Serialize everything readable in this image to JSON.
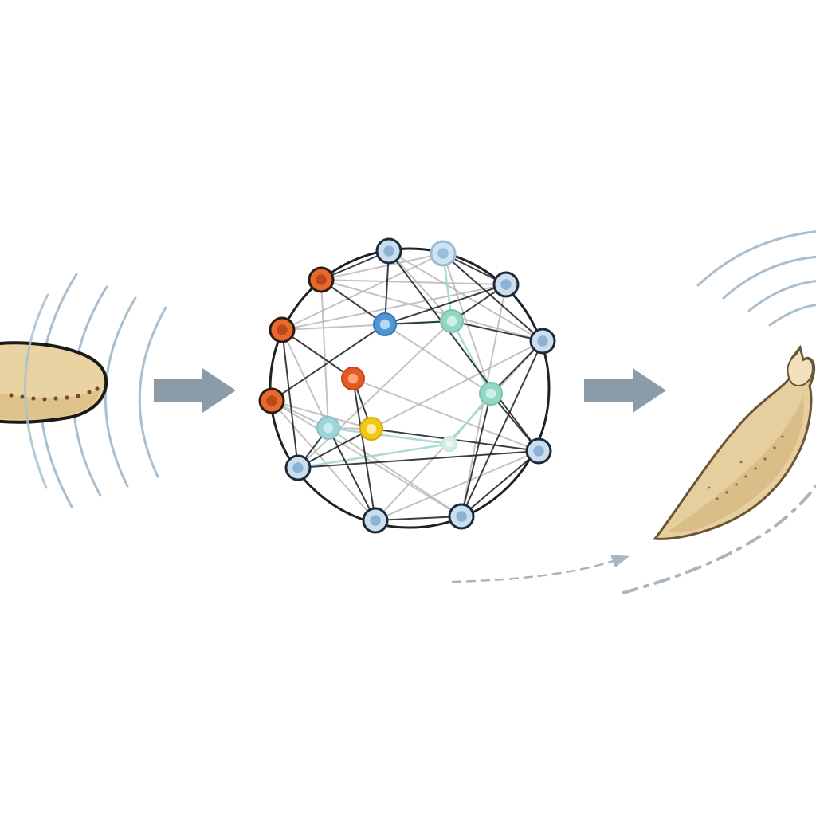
{
  "colors": {
    "background": "#ffffff",
    "arrow": "#8b9ba7",
    "ring": "#1e2228",
    "wave": "#a9bfcf",
    "body_fill": "#e9d3a3",
    "body_stroke": "#6b5634",
    "edge_gray": "#b9b9b9",
    "edge_dark": "#25292e",
    "edge_teal": "#a8d9d3"
  },
  "stages": [
    {
      "name": "elongated-organism",
      "icon": "elongated-body-icon"
    },
    {
      "name": "node-network",
      "icon": "network-icon"
    },
    {
      "name": "turning-organism",
      "icon": "planarian-icon"
    }
  ],
  "network": {
    "nodes": [
      {
        "id": "n1",
        "group": "light-blue"
      },
      {
        "id": "n2",
        "group": "pale-blue"
      },
      {
        "id": "n3",
        "group": "light-blue"
      },
      {
        "id": "n4",
        "group": "light-blue"
      },
      {
        "id": "n5",
        "group": "light-blue"
      },
      {
        "id": "n6",
        "group": "light-blue"
      },
      {
        "id": "n7",
        "group": "light-blue"
      },
      {
        "id": "n8",
        "group": "light-blue"
      },
      {
        "id": "n9",
        "group": "orange"
      },
      {
        "id": "n10",
        "group": "orange"
      },
      {
        "id": "n11",
        "group": "orange"
      },
      {
        "id": "n12",
        "group": "blue"
      },
      {
        "id": "n13",
        "group": "teal"
      },
      {
        "id": "n14",
        "group": "teal"
      },
      {
        "id": "n15",
        "group": "red-orange"
      },
      {
        "id": "n16",
        "group": "cyan"
      },
      {
        "id": "n17",
        "group": "yellow"
      },
      {
        "id": "n18",
        "group": "faint-teal"
      }
    ],
    "group_colors": {
      "light-blue": {
        "fill": "#c9dff0",
        "core": "#86add0",
        "stroke": "#1f2a36"
      },
      "pale-blue": {
        "fill": "#cfe3f2",
        "core": "#8fbad8",
        "stroke": "#9bbbd4"
      },
      "orange": {
        "fill": "#e9692c",
        "core": "#b3461a",
        "stroke": "#2a1d14"
      },
      "blue": {
        "fill": "#4f97d4",
        "core": "#bfe0f6",
        "stroke": "#3a78b6"
      },
      "teal": {
        "fill": "#92d8c4",
        "core": "#d6f3ea",
        "stroke": "#78c4ae"
      },
      "red-orange": {
        "fill": "#e55a24",
        "core": "#f6b07c",
        "stroke": "#c24716"
      },
      "cyan": {
        "fill": "#9ed5d9",
        "core": "#d2eef0",
        "stroke": "#86c1c6"
      },
      "yellow": {
        "fill": "#f5c518",
        "core": "#fff1b0",
        "stroke": "#d9a80a"
      },
      "faint-teal": {
        "fill": "#d6efe8",
        "core": "#eef9f5",
        "stroke": "#c4e6dc"
      }
    },
    "edges_dark": [
      [
        "n1",
        "n12"
      ],
      [
        "n1",
        "n5"
      ],
      [
        "n2",
        "n3"
      ],
      [
        "n3",
        "n13"
      ],
      [
        "n4",
        "n14"
      ],
      [
        "n5",
        "n8"
      ],
      [
        "n6",
        "n14"
      ],
      [
        "n7",
        "n16"
      ],
      [
        "n7",
        "n6"
      ],
      [
        "n8",
        "n17"
      ],
      [
        "n9",
        "n12"
      ],
      [
        "n10",
        "n15"
      ],
      [
        "n10",
        "n8"
      ],
      [
        "n11",
        "n12"
      ],
      [
        "n12",
        "n3"
      ],
      [
        "n13",
        "n4"
      ],
      [
        "n15",
        "n17"
      ],
      [
        "n15",
        "n7"
      ],
      [
        "n16",
        "n8"
      ],
      [
        "n17",
        "n5"
      ],
      [
        "n6",
        "n5"
      ],
      [
        "n4",
        "n6"
      ],
      [
        "n1",
        "n9"
      ],
      [
        "n2",
        "n4"
      ],
      [
        "n14",
        "n5"
      ],
      [
        "n12",
        "n13"
      ]
    ],
    "edges_gray": [
      [
        "n9",
        "n2"
      ],
      [
        "n9",
        "n3"
      ],
      [
        "n9",
        "n4"
      ],
      [
        "n10",
        "n2"
      ],
      [
        "n10",
        "n13"
      ],
      [
        "n10",
        "n16"
      ],
      [
        "n11",
        "n16"
      ],
      [
        "n11",
        "n6"
      ],
      [
        "n11",
        "n17"
      ],
      [
        "n1",
        "n4"
      ],
      [
        "n1",
        "n13"
      ],
      [
        "n2",
        "n14"
      ],
      [
        "n3",
        "n6"
      ],
      [
        "n7",
        "n4"
      ],
      [
        "n7",
        "n5"
      ],
      [
        "n8",
        "n13"
      ],
      [
        "n16",
        "n6"
      ],
      [
        "n17",
        "n4"
      ],
      [
        "n9",
        "n16"
      ],
      [
        "n11",
        "n7"
      ],
      [
        "n15",
        "n5"
      ],
      [
        "n10",
        "n3"
      ],
      [
        "n12",
        "n14"
      ],
      [
        "n16",
        "n17"
      ]
    ],
    "edges_teal": [
      [
        "n12",
        "n13"
      ],
      [
        "n13",
        "n14"
      ],
      [
        "n14",
        "n18"
      ],
      [
        "n18",
        "n16"
      ],
      [
        "n18",
        "n8"
      ],
      [
        "n2",
        "n13"
      ]
    ]
  }
}
